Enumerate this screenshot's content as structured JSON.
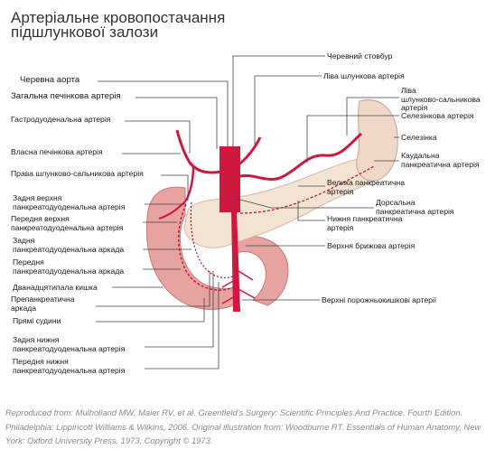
{
  "title": {
    "line1": "Артеріальне кровопостачання",
    "line2": "підшлункової залози"
  },
  "labels_left": [
    {
      "name": "celiac-trunk-label-left",
      "lines": [
        "Черевна аорта"
      ],
      "big": true
    },
    {
      "name": "common-hepatic-label",
      "lines": [
        "Загальна печінкова артерія"
      ],
      "big": true
    },
    {
      "name": "gastroduodenal-label",
      "lines": [
        "Гастродуоденальна артерія"
      ]
    },
    {
      "name": "proper-hepatic-label",
      "lines": [
        "Власна печінкова артерія"
      ]
    },
    {
      "name": "right-gastroepiploic-label",
      "lines": [
        "Права шлунково-сальникова артерія"
      ]
    },
    {
      "name": "posterior-superior-pd-label",
      "lines": [
        "Задня верхня",
        "панкреатодуоденальна артерія"
      ]
    },
    {
      "name": "anterior-superior-pd-label",
      "lines": [
        "Передня верхня",
        "панкреатодуоденальна артерія"
      ]
    },
    {
      "name": "posterior-pd-arcade-label",
      "lines": [
        "Задня",
        "панкреатодуоденальна аркада"
      ]
    },
    {
      "name": "anterior-pd-arcade-label",
      "lines": [
        "Передня",
        "панкреатодуоденальна аркада"
      ]
    },
    {
      "name": "duodenum-label",
      "lines": [
        "Дванадцятипала кишка"
      ]
    },
    {
      "name": "prepancreatic-arcade-label",
      "lines": [
        "Препанкреатична",
        "аркада"
      ]
    },
    {
      "name": "vasa-recta-label",
      "lines": [
        "Прямі судини"
      ]
    },
    {
      "name": "posterior-inferior-pd-label",
      "lines": [
        "Задня нижня",
        "панкреатодуоденальна артерія"
      ]
    },
    {
      "name": "anterior-inferior-pd-label",
      "lines": [
        "Передня нижня",
        "панкреатодуоденальна артерія"
      ]
    }
  ],
  "labels_right": [
    {
      "name": "celiac-trunk-label",
      "lines": [
        "Черевний стовбур"
      ]
    },
    {
      "name": "left-gastric-label",
      "lines": [
        "Ліва шлункова артерія"
      ]
    },
    {
      "name": "left-gastroepiploic-label",
      "lines": [
        "Ліва",
        "шлунково-сальникова",
        "артерія"
      ]
    },
    {
      "name": "splenic-artery-label",
      "lines": [
        "Селезінкова артерія"
      ]
    },
    {
      "name": "spleen-label",
      "lines": [
        "Селезінка"
      ]
    },
    {
      "name": "caudal-pancreatic-label",
      "lines": [
        "Каудальна",
        "панкреатична артерія"
      ]
    },
    {
      "name": "great-pancreatic-label",
      "lines": [
        "Велика панкреатична",
        "артерія"
      ]
    },
    {
      "name": "dorsal-pancreatic-label",
      "lines": [
        "Дорсальна",
        "панкреатична артерія"
      ]
    },
    {
      "name": "inferior-pancreatic-label",
      "lines": [
        "Нижня панкреатична",
        "артерія"
      ]
    },
    {
      "name": "superior-mesenteric-label",
      "lines": [
        "Верхня брижова артерія"
      ]
    },
    {
      "name": "jejunal-arteries-label",
      "lines": [
        "Верхні порожньокишкові артерії"
      ]
    }
  ],
  "credit": "Reproduced from: Mulholland MW, Maier RV, et al. Greenfield's Surgery: Scientific Principles And Practice, Fourth Edition. Philadelphia: Lippincott Williams & Wilkins, 2006. Original illustration from: Woodburne RT. Essentials of Human Anatomy, New York: Oxford University Press, 1973. Copyright © 1973.",
  "colors": {
    "artery": "#d0173f",
    "pancreas": "#f3e3d3",
    "pancreas_edge": "#d9b9a3",
    "duodenum": "#e7a3a0",
    "duodenum_edge": "#c97a78",
    "spleen": "#f0d8c8",
    "leader": "#444444"
  }
}
